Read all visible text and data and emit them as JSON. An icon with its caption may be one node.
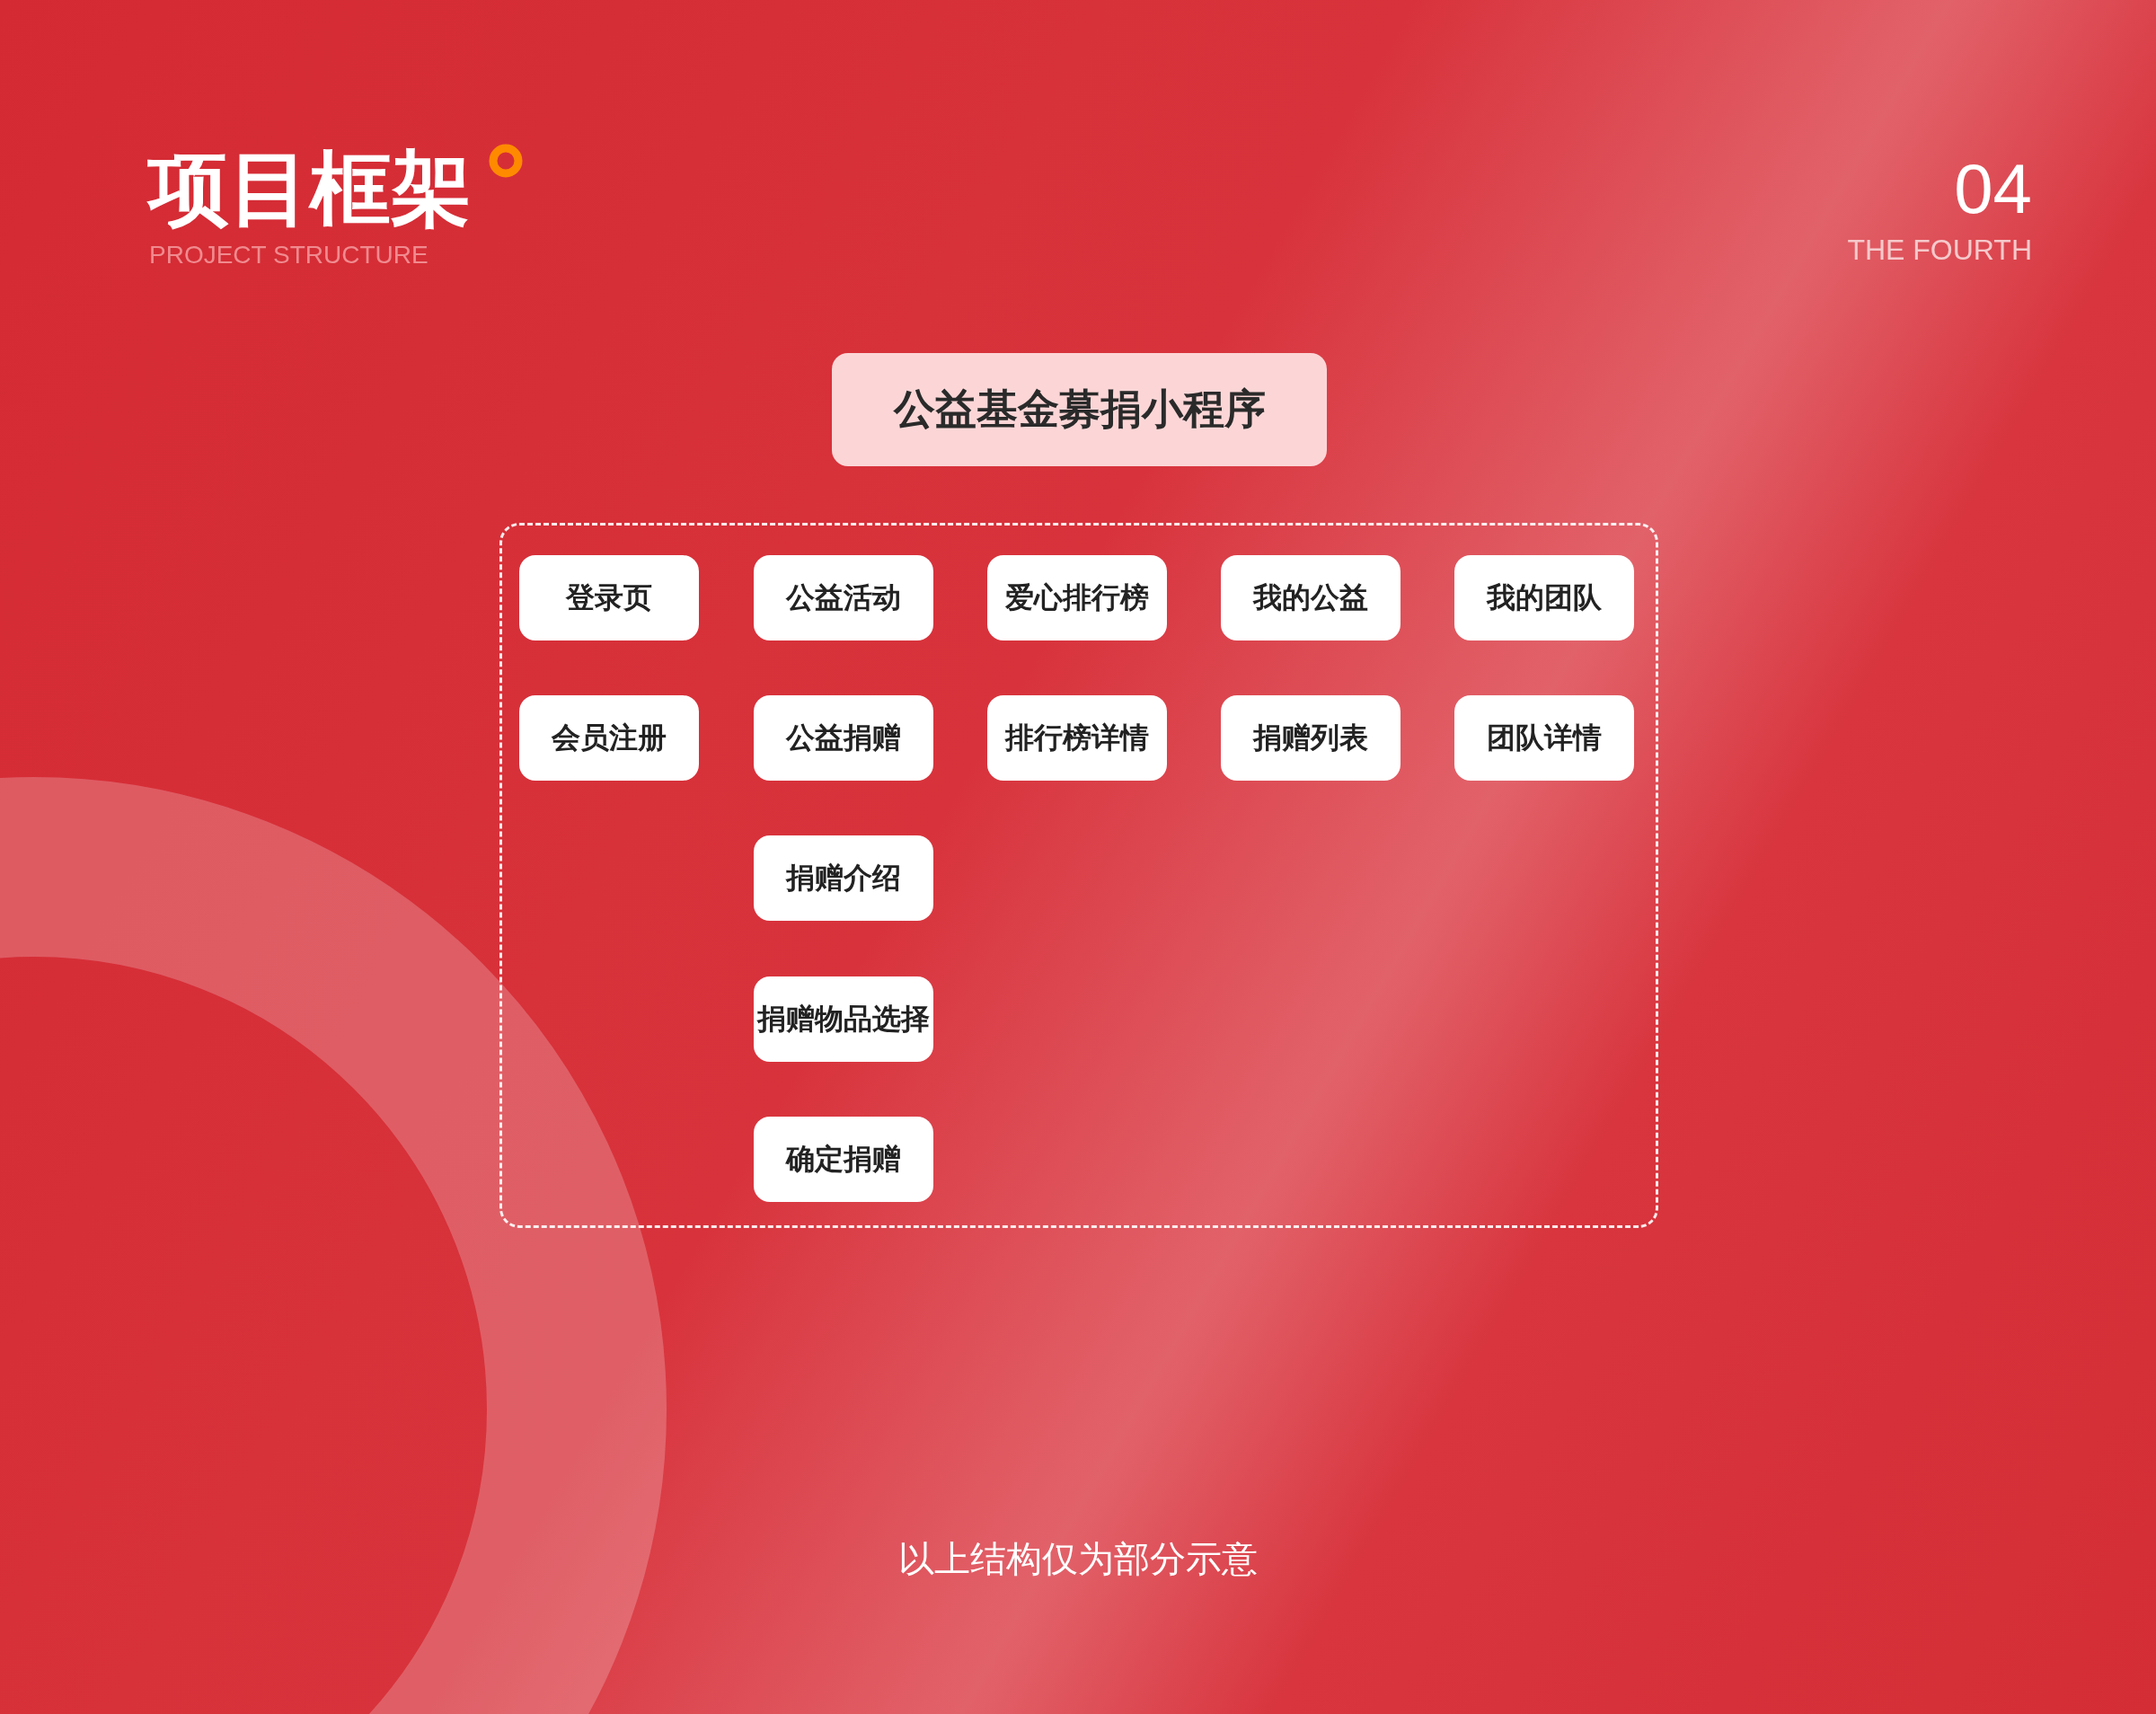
{
  "diagram": {
    "title": "项目框架",
    "nodes": [
      {
        "text": [
          "公益基金募捐小程序"
        ]
      },
      {
        "text": [],
        "shape": "box"
      },
      {
        "text": [
          "登录页"
        ],
        "in": 1
      },
      {
        "text": [
          "公益活动"
        ],
        "in": 1
      },
      {
        "text": [
          "爱心排行榜"
        ],
        "in": 1
      },
      {
        "text": [
          "我的公益"
        ],
        "in": 1
      },
      {
        "text": [
          "我的团队"
        ],
        "in": 1
      },
      {
        "text": [
          "会员注册"
        ],
        "in": 1
      },
      {
        "text": [
          "公益捐赠"
        ],
        "in": 1
      },
      {
        "text": [
          "排行榜详情"
        ],
        "in": 1
      },
      {
        "text": [
          "捐赠列表"
        ],
        "in": 1
      },
      {
        "text": [
          "团队详情"
        ],
        "in": 1
      },
      {
        "text": [
          "捐赠介绍"
        ],
        "in": 1
      },
      {
        "text": [
          "捐赠物品选择"
        ],
        "in": 1
      },
      {
        "text": [
          "确定捐赠"
        ],
        "in": 1
      }
    ],
    "edges": [],
    "labels": [
      "PROJECT STRUCTURE",
      "04",
      "THE FOURTH"
    ],
    "caption": "以上结构仅为部分示意"
  }
}
